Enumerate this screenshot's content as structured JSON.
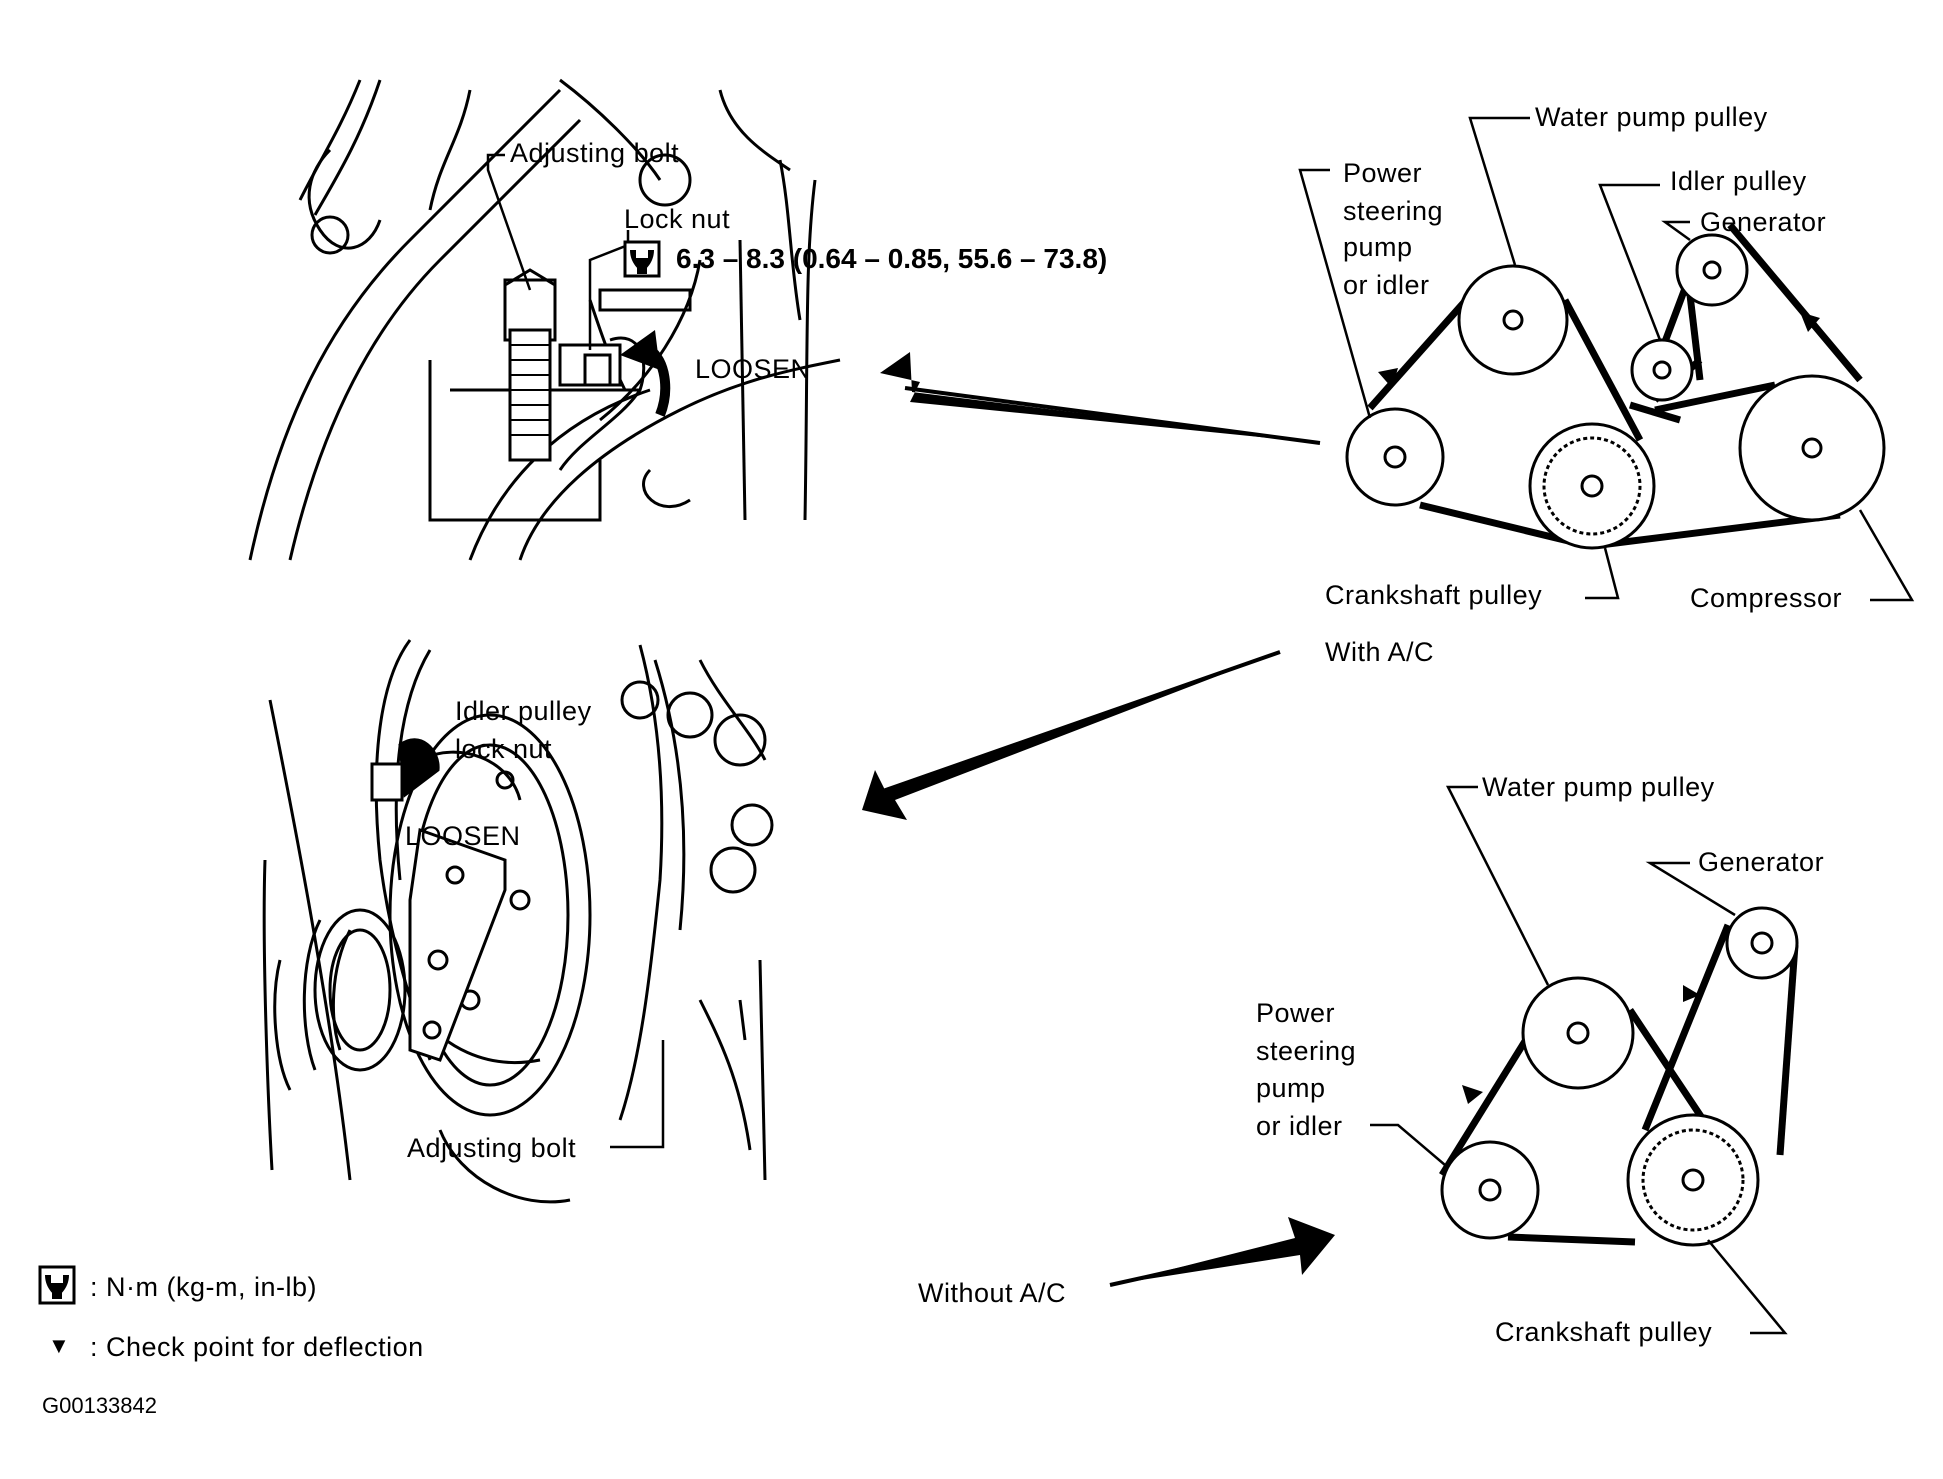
{
  "top_detail": {
    "adjusting_bolt": "Adjusting bolt",
    "lock_nut": "Lock nut",
    "torque": "6.3 – 8.3 (0.64 – 0.85, 55.6 – 73.8)",
    "loosen": "LOOSEN"
  },
  "bottom_detail": {
    "idler_line1": "Idler pulley",
    "idler_line2": "lock nut",
    "loosen": "LOOSEN",
    "adjusting_bolt": "Adjusting bolt"
  },
  "with_ac": {
    "water_pump": "Water pump pulley",
    "power_steering": [
      "Power",
      "steering",
      "pump",
      "or idler"
    ],
    "idler": "Idler pulley",
    "generator": "Generator",
    "crankshaft": "Crankshaft pulley",
    "compressor": "Compressor",
    "caption": "With A/C"
  },
  "without_ac": {
    "water_pump": "Water pump pulley",
    "generator": "Generator",
    "power_steering": [
      "Power",
      "steering",
      "pump",
      "or idler"
    ],
    "crankshaft": "Crankshaft pulley",
    "caption": "Without A/C"
  },
  "legend": {
    "torque_units": ": N·m (kg-m, in-lb)",
    "triangle_symbol": "▼",
    "deflection": ": Check point for deflection"
  },
  "figure_id": "G00133842"
}
